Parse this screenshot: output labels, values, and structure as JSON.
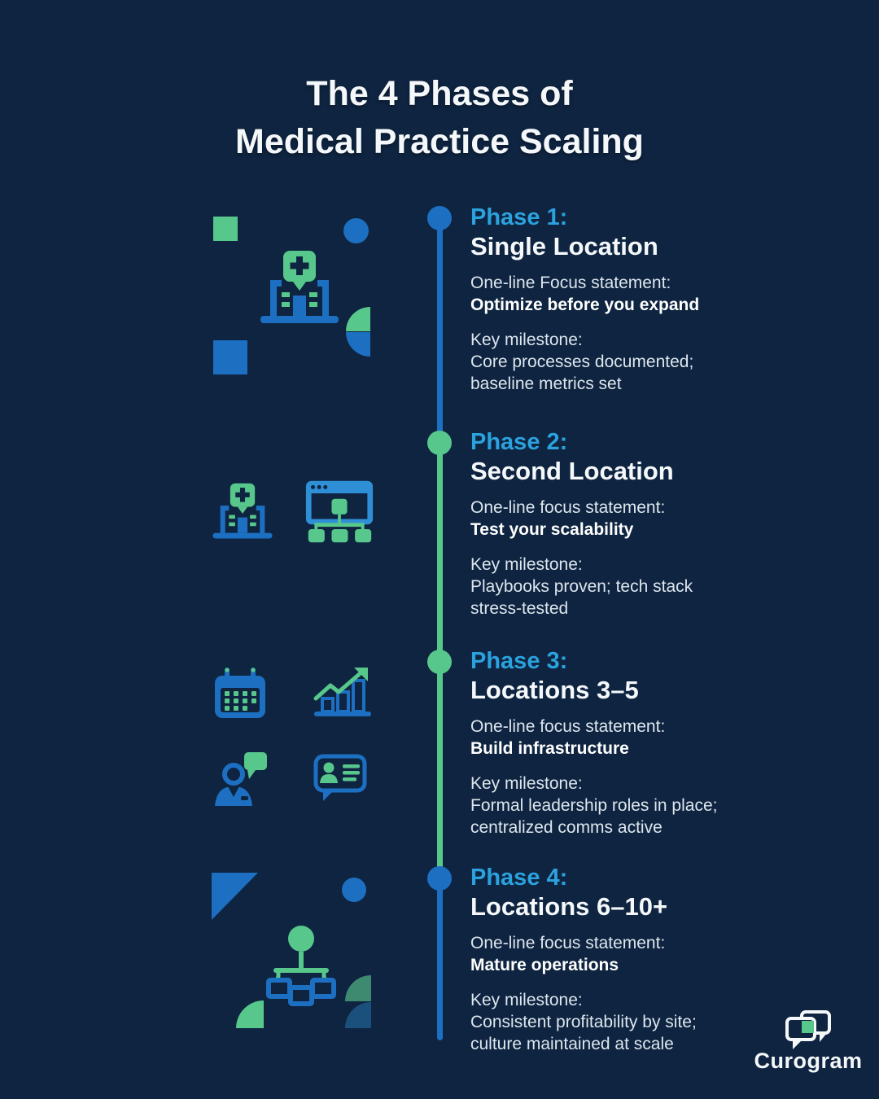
{
  "colors": {
    "background": "#0e2440",
    "accent_blue": "#1d6fc2",
    "accent_green": "#57c78b",
    "heading_blue": "#2ba2de",
    "teal_shape": "#3d8a70",
    "steel_blue_shape": "#1c507c",
    "text_white": "#f5f8fa",
    "text_body": "#dde6ee"
  },
  "title": {
    "line1": "The 4 Phases of",
    "line2": "Medical Practice Scaling"
  },
  "phases": [
    {
      "heading": "Phase 1:",
      "subtitle": "Single Location",
      "focus_label": "One-line Focus statement:",
      "focus": "Optimize before you expand",
      "milestone_label": "Key milestone:",
      "milestone_lines": [
        "Core processes documented;",
        "baseline metrics set"
      ],
      "marker_color": "#1d6fc2",
      "icons": [
        "green-square",
        "blue-circle",
        "hospital",
        "green-quarter-circle",
        "blue-quarter-circle",
        "blue-square"
      ]
    },
    {
      "heading": "Phase 2:",
      "subtitle": "Second Location",
      "focus_label": "One-line focus statement:",
      "focus": "Test your scalability",
      "milestone_label": "Key milestone:",
      "milestone_lines": [
        "Playbooks proven; tech stack",
        "stress-tested"
      ],
      "marker_color": "#57c78b",
      "icons": [
        "hospital",
        "browser-org-chart"
      ]
    },
    {
      "heading": "Phase 3:",
      "subtitle": "Locations 3–5",
      "focus_label": "One-line focus statement:",
      "focus": "Build infrastructure",
      "milestone_label": "Key milestone:",
      "milestone_lines": [
        "Formal leadership roles in place;",
        "centralized comms active"
      ],
      "marker_color": "#57c78b",
      "icons": [
        "calendar",
        "growth-chart",
        "person-speech-bubble",
        "contact-chat-bubble"
      ]
    },
    {
      "heading": "Phase 4:",
      "subtitle": "Locations 6–10+",
      "focus_label": "One-line focus statement:",
      "focus": "Mature operations",
      "milestone_label": "Key milestone:",
      "milestone_lines": [
        "Consistent profitability by site;",
        "culture maintained at scale"
      ],
      "marker_color": "#1d6fc2",
      "icons": [
        "blue-triangle",
        "blue-circle",
        "org-chart-person",
        "green-quarter-circle",
        "teal-quarter-circle",
        "steel-quarter-circle"
      ]
    }
  ],
  "footer": {
    "brand": "Curogram",
    "logo_icon": "chat-bubbles"
  }
}
